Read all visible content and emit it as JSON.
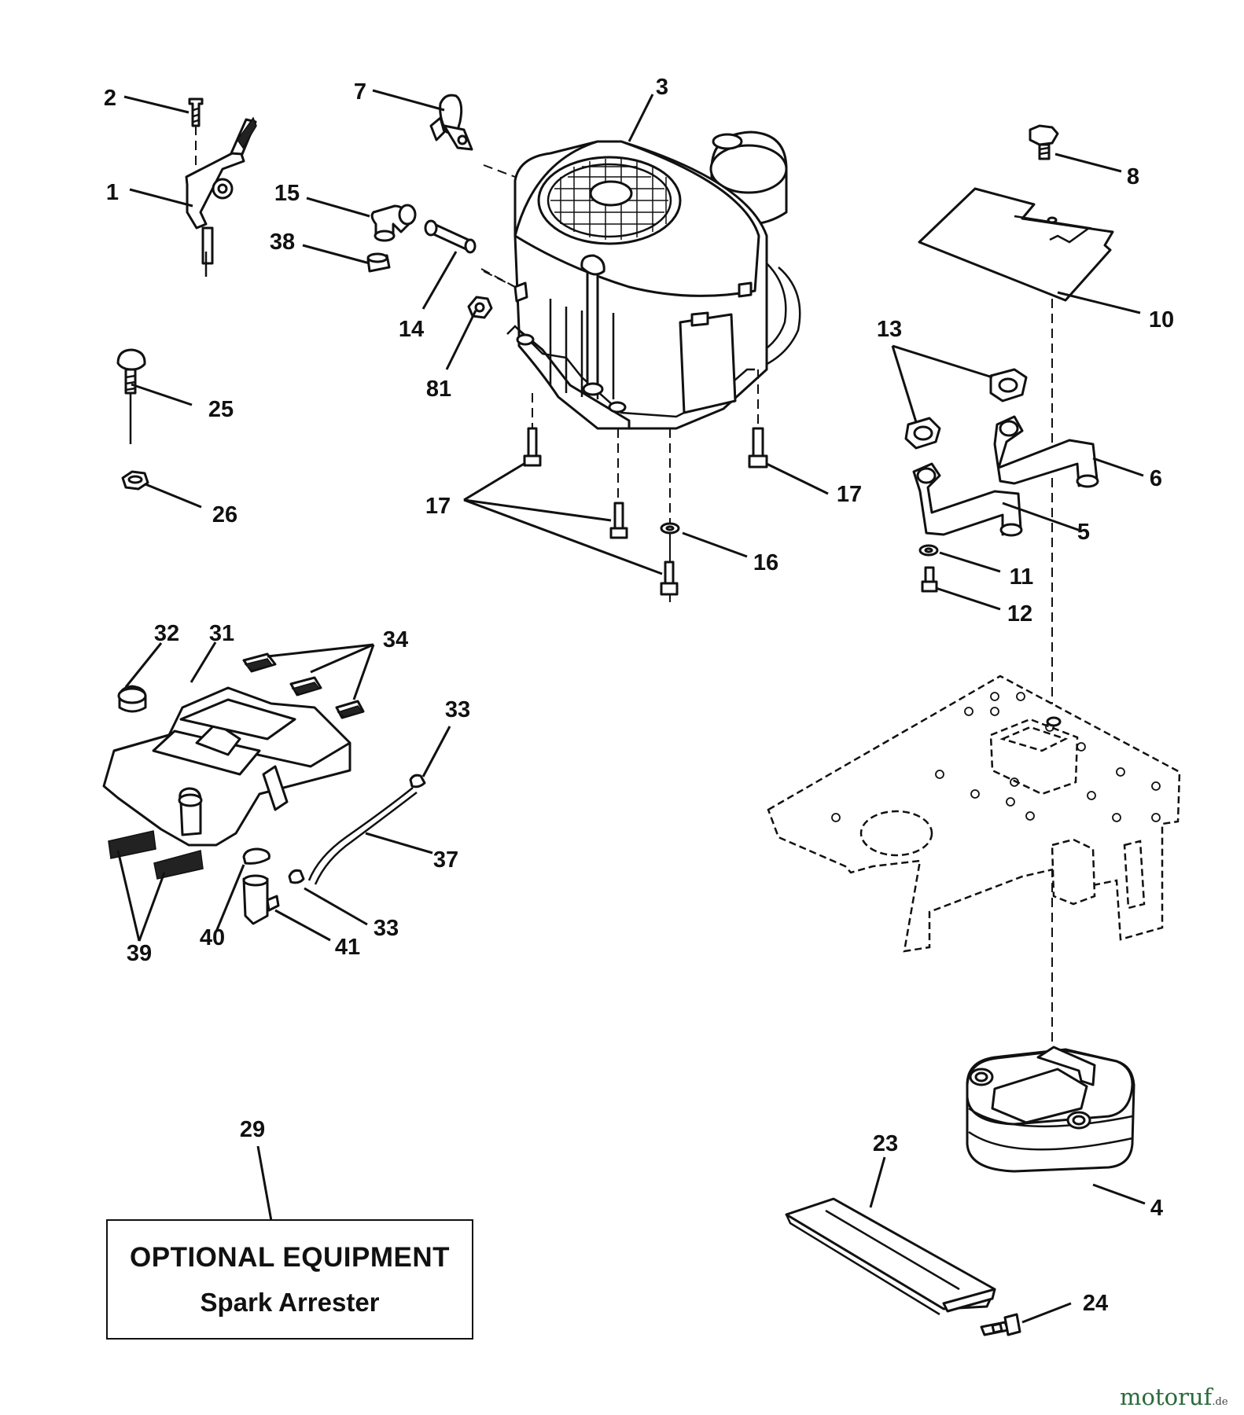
{
  "callouts": [
    {
      "id": "c1",
      "text": "1"
    },
    {
      "id": "c2",
      "text": "2"
    },
    {
      "id": "c3",
      "text": "3"
    },
    {
      "id": "c7",
      "text": "7"
    },
    {
      "id": "c8",
      "text": "8"
    },
    {
      "id": "c10",
      "text": "10"
    },
    {
      "id": "c15",
      "text": "15"
    },
    {
      "id": "c38",
      "text": "38"
    },
    {
      "id": "c14",
      "text": "14"
    },
    {
      "id": "c81",
      "text": "81"
    },
    {
      "id": "c13",
      "text": "13"
    },
    {
      "id": "c6",
      "text": "6"
    },
    {
      "id": "c5",
      "text": "5"
    },
    {
      "id": "c25",
      "text": "25"
    },
    {
      "id": "c26",
      "text": "26"
    },
    {
      "id": "c17a",
      "text": "17"
    },
    {
      "id": "c17b",
      "text": "17"
    },
    {
      "id": "c16",
      "text": "16"
    },
    {
      "id": "c11",
      "text": "11"
    },
    {
      "id": "c12",
      "text": "12"
    },
    {
      "id": "c32",
      "text": "32"
    },
    {
      "id": "c31",
      "text": "31"
    },
    {
      "id": "c34",
      "text": "34"
    },
    {
      "id": "c33a",
      "text": "33"
    },
    {
      "id": "c37",
      "text": "37"
    },
    {
      "id": "c33b",
      "text": "33"
    },
    {
      "id": "c40",
      "text": "40"
    },
    {
      "id": "c41",
      "text": "41"
    },
    {
      "id": "c39",
      "text": "39"
    },
    {
      "id": "c29",
      "text": "29"
    },
    {
      "id": "c23",
      "text": "23"
    },
    {
      "id": "c4",
      "text": "4"
    },
    {
      "id": "c24",
      "text": "24"
    }
  ],
  "optional_box": {
    "title": "OPTIONAL EQUIPMENT",
    "subtitle": "Spark Arrester"
  },
  "watermark": {
    "brand": "motoruf",
    "suffix": ".de"
  }
}
